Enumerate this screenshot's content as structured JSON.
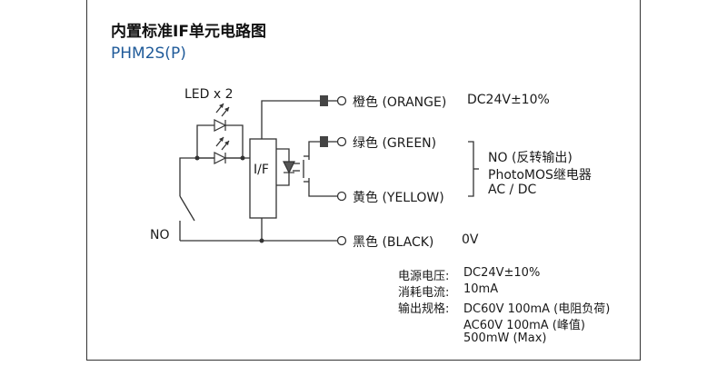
{
  "title": "内置标准IF单元电路图",
  "model": "PHM2S(P)",
  "labels": {
    "led": "LED x 2",
    "if_block": "I/F",
    "no_switch": "NO",
    "orange": "橙色 (ORANGE)",
    "orange_voltage": "DC24V±10%",
    "green": "绿色 (GREEN)",
    "yellow": "黄色 (YELLOW)",
    "black": "黑色 (BLACK)",
    "black_voltage": "0V",
    "output_no": "NO (反转输出)",
    "output_relay": "PhotoMOS继电器",
    "output_acdc": "AC / DC"
  },
  "specs": [
    {
      "key": "电源电压:",
      "value": "DC24V±10%"
    },
    {
      "key": "消耗电流:",
      "value": "10mA"
    },
    {
      "key": "输出规格:",
      "value": "DC60V 100mA (电阻负荷)"
    },
    {
      "key": "",
      "value": "AC60V 100mA (峰值)"
    },
    {
      "key": "",
      "value": "500mW (Max)"
    }
  ],
  "colors": {
    "line": "#333333",
    "title_blue": "#1f5a99"
  }
}
